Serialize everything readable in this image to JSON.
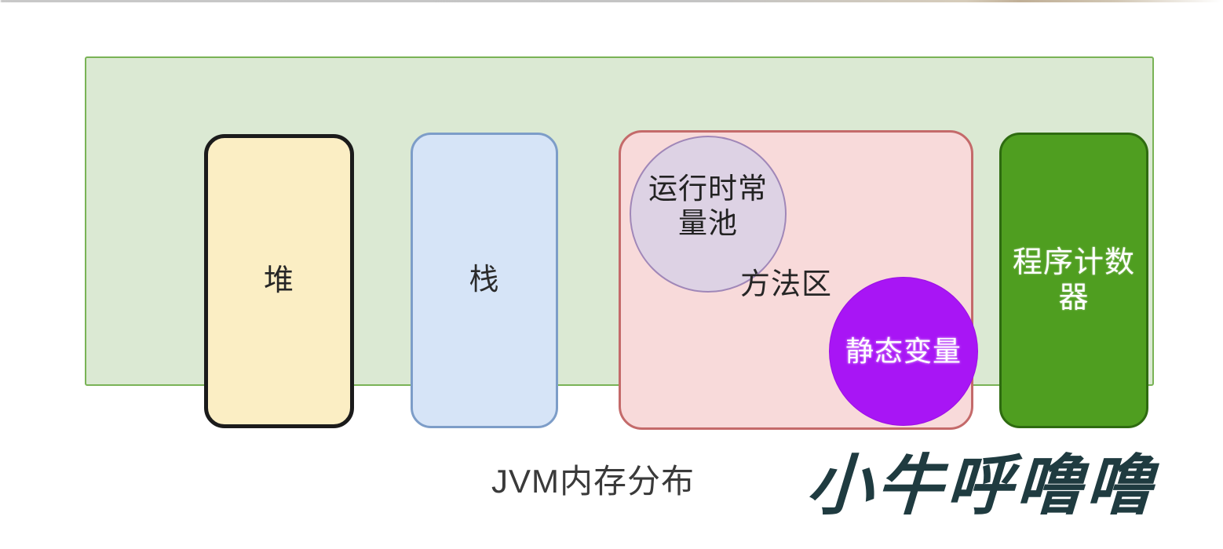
{
  "diagram": {
    "title": "JVM内存分布",
    "watermark": "小牛呼噜噜",
    "container": {
      "name": "jvm-memory-container",
      "fill": "#dbe9d3",
      "stroke": "#79b356"
    },
    "regions": [
      {
        "id": "heap",
        "label": "堆",
        "fill": "#fbeec4",
        "stroke": "#1b1b1b",
        "text_color": "#262626"
      },
      {
        "id": "stack",
        "label": "栈",
        "fill": "#d6e4f7",
        "stroke": "#7d9dc8",
        "text_color": "#2b2b2b"
      },
      {
        "id": "method-area",
        "label": "方法区",
        "fill": "#f8dada",
        "stroke": "#c46a6a",
        "text_color": "#262626"
      },
      {
        "id": "program-counter",
        "label": "程序计数\n器",
        "fill": "#4f9e20",
        "stroke": "#2e6b10",
        "text_color": "#ffffff"
      }
    ],
    "circles": [
      {
        "id": "runtime-constant-pool",
        "label": "运行时常\n量池",
        "fill": "#ddd2e4",
        "stroke": "#a087b8",
        "text_color": "#222222"
      },
      {
        "id": "static-variables",
        "label": "静态变量",
        "fill": "#a815f5",
        "stroke": "#9a10e3",
        "text_color": "#ffffff"
      }
    ]
  }
}
